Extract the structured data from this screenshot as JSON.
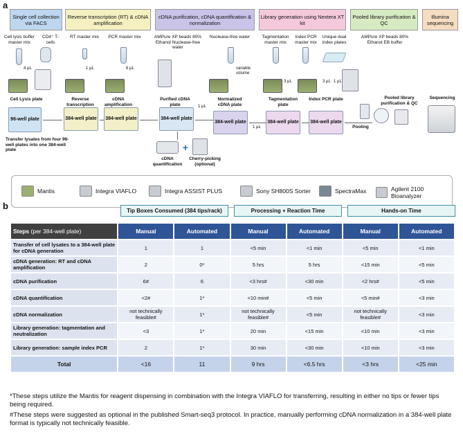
{
  "panel_a": {
    "label": "a",
    "stages": [
      {
        "label": "Single cell collection via FACS",
        "color": "#bcd7ef"
      },
      {
        "label": "Reverse transcription (RT) & cDNA amplification",
        "color": "#f5f0c0"
      },
      {
        "label": "cDNA purification, cDNA quantification & normalization",
        "color": "#c9c4e8"
      },
      {
        "label": "Library generation using Nextera XT kit",
        "color": "#f4c9dc"
      },
      {
        "label": "Pooled library purification & QC",
        "color": "#d7ebc3"
      },
      {
        "label": "Illumina sequencing",
        "color": "#f6dcc0"
      }
    ],
    "reagents": {
      "r1": "Cell lysis buffer master mix",
      "r2": "CD4⁺ T-cells",
      "r3": "RT master mix",
      "r4": "PCR master mix",
      "r5": "AMPure XP beads 80% Ethanol Nuclease-free water",
      "r6": "Nuclease-free water",
      "r7": "Tagmentation master mix",
      "r8": "Index PCR master mix",
      "r9": "Unique dual index plates",
      "r10": "AMPure XP beads 80% Ethanol EB buffer"
    },
    "volumes": {
      "v1": "4 μL",
      "v2": "1 μL",
      "v3": "6 μL",
      "v4": "variable volume",
      "v5": "3 μL",
      "v6": "3 μL",
      "v7": "1 μL",
      "v8": "1 μL",
      "v9": "1 μL"
    },
    "step_labels": {
      "s1": "Cell Lysis plate",
      "s2": "Reverse transcription",
      "s3": "cDNA amplification",
      "s4": "Purified cDNA plate",
      "s5": "Normalized cDNA plate",
      "s6": "Tagmentation plate",
      "s7": "Index PCR plate",
      "s8": "Pooled library purification & QC",
      "s9": "Sequencing"
    },
    "plates": {
      "p1": "96-well plate",
      "p2": "384-well plate",
      "p3": "384-well plate",
      "p4": "384-well plate",
      "p5": "384-well plate",
      "p6": "384-well plate",
      "p7": "384-well plate"
    },
    "notes": {
      "transfer": "Transfer lysates from four 96-well plates into one 384-well plate",
      "cdna_quant": "cDNA quantification",
      "plus": "+",
      "cherry": "Cherry-picking (optional)",
      "pooling": "Pooling"
    },
    "legend": [
      "Mantis",
      "Integra VIAFLO",
      "Integra ASSIST PLUS",
      "Sony SH800S Sorter",
      "SpectraMax",
      "Agilent 2100 Bioanalyzer"
    ]
  },
  "panel_b": {
    "label": "b",
    "groups": [
      "Tip Boxes Consumed (384 tips/rack)",
      "Processing + Reaction Time",
      "Hands-on Time"
    ],
    "steps_header_bold": "Steps",
    "steps_header_rest": " (per 384-well plate)",
    "col_headers": [
      "Manual",
      "Automated",
      "Manual",
      "Automated",
      "Manual",
      "Automated"
    ],
    "rows": [
      {
        "step": "Transfer of cell lysates to a 384-well plate for cDNA generation",
        "vals": [
          "1",
          "1",
          "<5 min",
          "<1 min",
          "<5 min",
          "<1 min"
        ]
      },
      {
        "step": "cDNA generation: RT and cDNA amplification",
        "vals": [
          "2",
          "0*",
          "5 hrs",
          "5 hrs",
          "<15 min",
          "<5 min"
        ]
      },
      {
        "step": "cDNA purification",
        "vals": [
          "6#",
          "6",
          "<3 hrs#",
          "<30 min",
          "<2 hrs#",
          "<5 min"
        ]
      },
      {
        "step": "cDNA quantification",
        "vals": [
          "<2#",
          "1*",
          "<10 min#",
          "<5 min",
          "<5 min#",
          "<3 min"
        ]
      },
      {
        "step": "cDNA normalization",
        "vals": [
          "not technically feasible#",
          "1*",
          "not technically feasible#",
          "<5 min",
          "not technically feasible#",
          "<3 min"
        ]
      },
      {
        "step": "Library generation: tagmentation and neutralization",
        "vals": [
          "<3",
          "1*",
          "20 min",
          "<15 min",
          "<10 min",
          "<3 min"
        ]
      },
      {
        "step": "Library generation: sample index PCR",
        "vals": [
          "2",
          "1*",
          "30 min",
          "<30 min",
          "<10 min",
          "<3 min"
        ]
      }
    ],
    "total": {
      "step": "Total",
      "vals": [
        "<16",
        "11",
        "9 hrs",
        "<6.5 hrs",
        "<3 hrs",
        "<25 min"
      ]
    }
  },
  "footnotes": [
    "*These steps utilize the Mantis for reagent dispensing in combination with the Integra VIAFLO for transferring, resulting in either no tips or fewer tips being required.",
    "#These steps were suggested as optional in the published Smart-seq3 protocol. In practice, manually performing cDNA normalization in a 384-well plate format is typically not technically feasible."
  ]
}
